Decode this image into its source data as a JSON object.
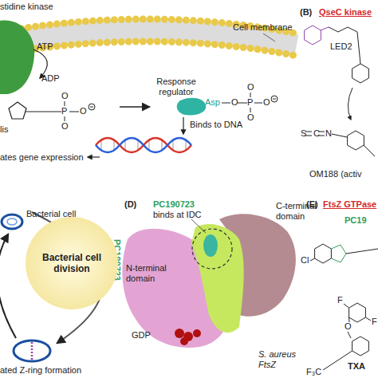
{
  "diagram": {
    "nodes": [
      {
        "text": [
          "lis"
        ]
      },
      {
        "text": [
          "Response regulator"
        ]
      },
      {
        "text": [
          "Bacterial cell division"
        ]
      }
    ],
    "edges": [
      {
        "from": 0,
        "to": 1,
        "arrow": "to"
      }
    ],
    "labels": [
      "stidine kinase",
      "Cell membrane",
      "ATP",
      "ADP",
      "P",
      "O",
      "O",
      "O",
      "Asp",
      "O",
      "P",
      "O",
      "O",
      "O",
      "Binds to DNA",
      "ates gene expression",
      "(B)",
      "QseC kinase",
      "LED2",
      "S",
      "C",
      "N",
      "OM188 (activ",
      "Bacterial cell",
      "PC190723",
      "ated Z-ring formation",
      "(D)",
      "PC190723",
      "binds at IDC",
      "C-terminal domain",
      "N-terminal domain",
      "GDP",
      "S. aureus FtsZ",
      "(E)",
      "FtsZ GTPase",
      "PC19",
      "Cl",
      "F",
      "F",
      "O",
      "TXA",
      "F₃C"
    ]
  }
}
